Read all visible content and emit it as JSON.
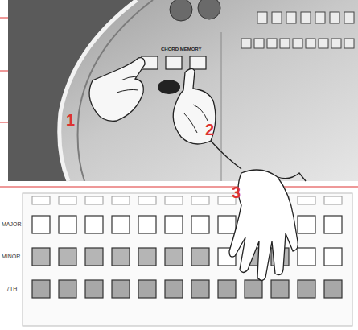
{
  "diagram": {
    "labels": [
      "CHORD MEMORY",
      "1",
      "2",
      "3",
      "MAJOR",
      "MINOR",
      "7TH"
    ]
  }
}
